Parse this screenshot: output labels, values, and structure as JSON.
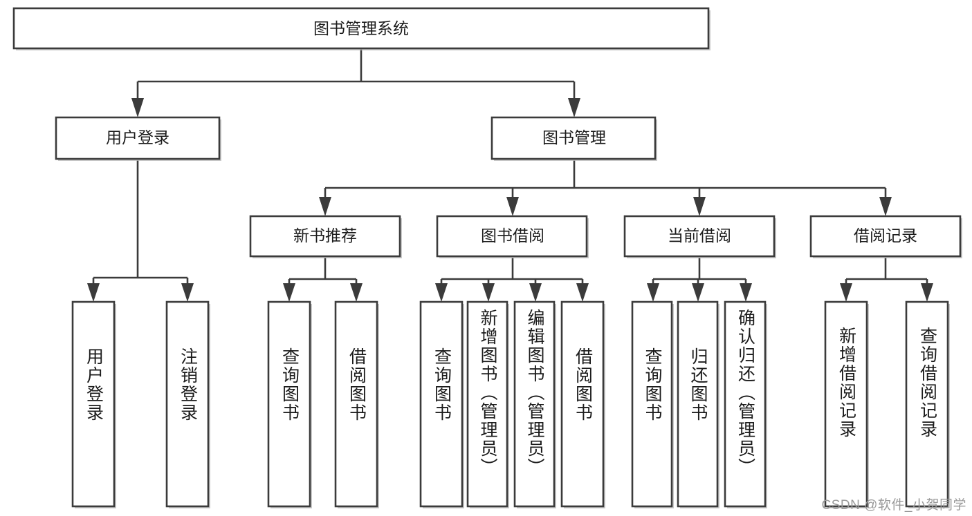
{
  "diagram": {
    "type": "hierarchy-tree",
    "title": "图书管理系统",
    "watermark": "CSDN @软件_小贺同学",
    "colors": {
      "box_fill": "#ffffff",
      "box_stroke": "#3b3b3b",
      "connector": "#3b3b3b",
      "text": "#1b1b1b",
      "watermark": "#9a9a9a",
      "background": "#ffffff"
    },
    "levels": {
      "root": {
        "label": "图书管理系统"
      },
      "level2": [
        {
          "id": "user-login",
          "label": "用户登录"
        },
        {
          "id": "book-management",
          "label": "图书管理"
        }
      ],
      "level3": [
        {
          "id": "new-book-recommend",
          "label": "新书推荐",
          "parent": "book-management"
        },
        {
          "id": "book-borrow",
          "label": "图书借阅",
          "parent": "book-management"
        },
        {
          "id": "current-borrow",
          "label": "当前借阅",
          "parent": "book-management"
        },
        {
          "id": "borrow-record",
          "label": "借阅记录",
          "parent": "book-management"
        }
      ],
      "level4": [
        {
          "id": "leaf-1",
          "label": "用户登录",
          "parent": "user-login"
        },
        {
          "id": "leaf-2",
          "label": "注销登录",
          "parent": "user-login"
        },
        {
          "id": "leaf-3",
          "label": "查询图书",
          "parent": "new-book-recommend"
        },
        {
          "id": "leaf-4",
          "label": "借阅图书",
          "parent": "new-book-recommend"
        },
        {
          "id": "leaf-5",
          "label": "查询图书",
          "parent": "book-borrow"
        },
        {
          "id": "leaf-6",
          "label": "新增图书（管理员）",
          "parent": "book-borrow"
        },
        {
          "id": "leaf-7",
          "label": "编辑图书（管理员）",
          "parent": "book-borrow"
        },
        {
          "id": "leaf-8",
          "label": "借阅图书",
          "parent": "book-borrow"
        },
        {
          "id": "leaf-9",
          "label": "查询图书",
          "parent": "current-borrow"
        },
        {
          "id": "leaf-10",
          "label": "归还图书",
          "parent": "current-borrow"
        },
        {
          "id": "leaf-11",
          "label": "确认归还（管理员）",
          "parent": "current-borrow"
        },
        {
          "id": "leaf-12",
          "label": "新增借阅记录",
          "parent": "borrow-record"
        },
        {
          "id": "leaf-13",
          "label": "查询借阅记录",
          "parent": "borrow-record"
        }
      ]
    }
  }
}
